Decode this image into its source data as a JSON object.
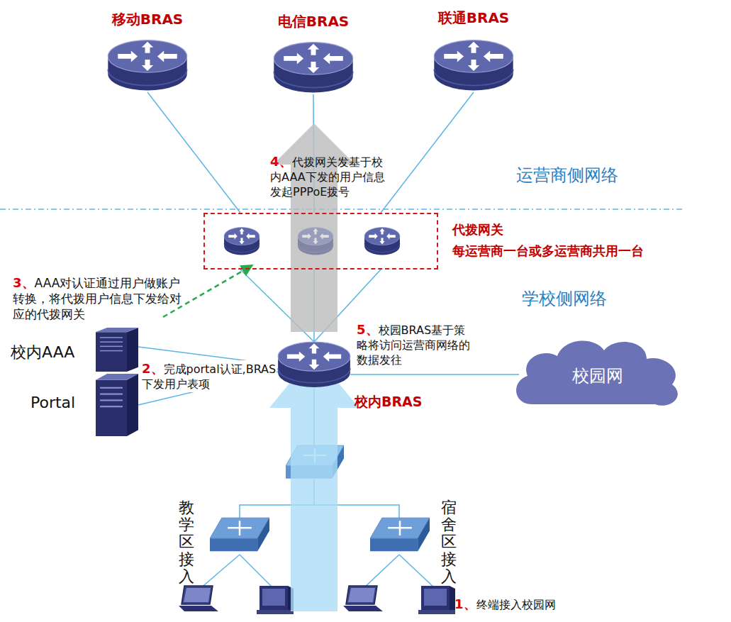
{
  "diagram": {
    "nodes": [
      {
        "text": [
          "移动BRAS"
        ]
      },
      {
        "text": [
          "电信BRAS"
        ]
      },
      {
        "text": [
          "联通BRAS"
        ]
      },
      {
        "text": [
          "代拨网关",
          "每运营商一台或多运营商共用一台"
        ]
      },
      {
        "text": [
          "校内BRAS"
        ]
      },
      {
        "text": [
          "校内AAA"
        ]
      },
      {
        "text": [
          "Portal"
        ]
      },
      {
        "text": [
          "校园网"
        ]
      },
      {
        "text": [
          "教学区接入"
        ]
      },
      {
        "text": [
          "宿舍区接入"
        ]
      }
    ],
    "edges": [
      {
        "from": 3,
        "to": 0,
        "arrow": "none"
      },
      {
        "from": 3,
        "to": 1,
        "arrow": "none"
      },
      {
        "from": 3,
        "to": 2,
        "arrow": "none"
      },
      {
        "from": 4,
        "to": 3,
        "arrow": "none"
      },
      {
        "from": 5,
        "to": 4,
        "arrow": "none"
      },
      {
        "from": 6,
        "to": 4,
        "arrow": "none"
      },
      {
        "from": 4,
        "to": 7,
        "arrow": "none"
      }
    ],
    "labels": [
      "运营商侧网络",
      "学校侧网络",
      "1、",
      "终端接入校园网",
      "2、",
      "完成portal认证,BRAS下发用户表项",
      "3、",
      "AAA对认证通过用户做账户转换，将代拨用户信息下发给对应的代拨网关",
      "4、",
      "代拨网关发基于校内AAA下发的用户信息发起PPPoE拨号",
      "5、",
      "校园BRAS基于策略将访问运营商网络的数据发往"
    ]
  }
}
